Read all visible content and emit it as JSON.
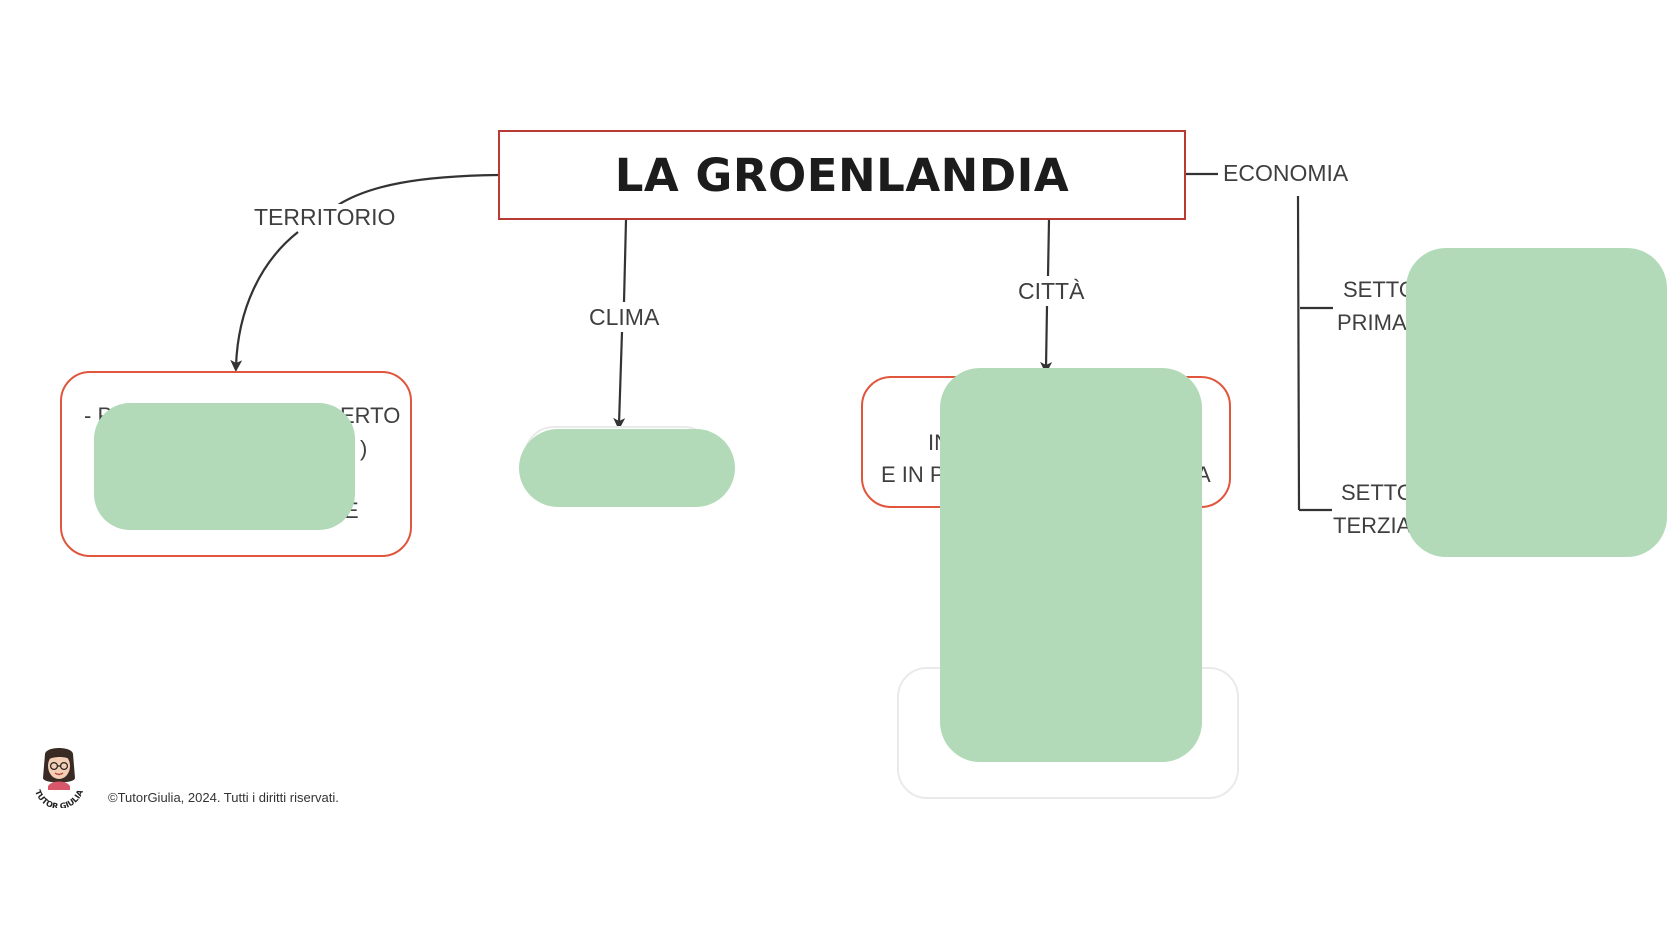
{
  "title": "LA GROENLANDIA",
  "branches": {
    "territorio": "TERRITORIO",
    "clima": "CLIMA",
    "citta": "CITTÀ",
    "economia": "ECONOMIA"
  },
  "territorio_node": {
    "line1_left": "- P",
    "line1_right": "ERTO",
    "line2_right": ")",
    "line3_right": "E"
  },
  "citta_node": {
    "line1_left": "IN",
    "line2_left": "E IN P",
    "line2_right": "A"
  },
  "economia_sub": {
    "primario_line1": "SETTO",
    "primario_line2": "PRIMA",
    "terziario_line1": "SETTO",
    "terziario_line2": "TERZIA"
  },
  "footer": {
    "copyright": "©TutorGiulia, 2024. Tutti i diritti riservati.",
    "logo_text": "TUTOR GIULIA"
  },
  "colors": {
    "title_border": "#b83a32",
    "node_border": "#e0563c",
    "cover_fill": "#b2dab8",
    "connector": "#333333"
  }
}
